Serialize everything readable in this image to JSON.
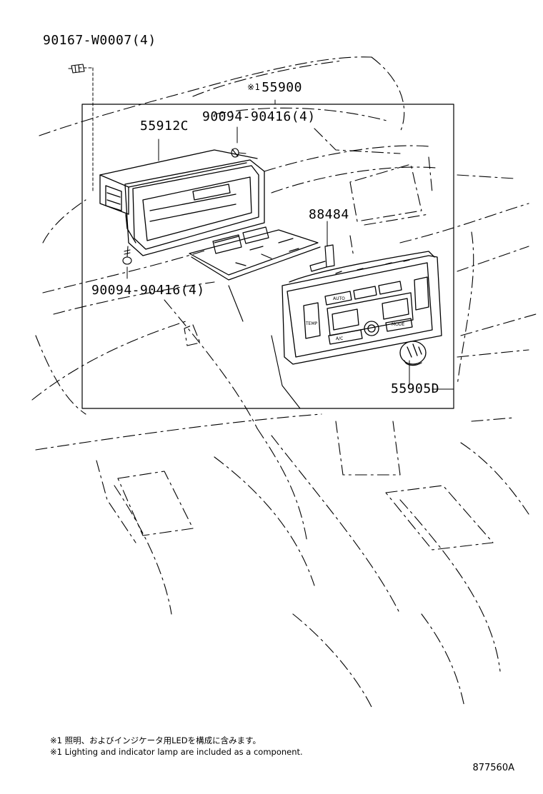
{
  "parts": {
    "clip_top": "90167-W0007(4)",
    "assembly_mark": "※1",
    "assembly": "55900",
    "screw_upper": "90094-90416(4)",
    "box": "55912C",
    "bracket": "88484",
    "screw_lower": "90094-90416(4)",
    "knob": "55905D"
  },
  "panel_labels": {
    "auto": "AUTO",
    "temp": "TEMP",
    "ac": "A/C",
    "mode": "MODE"
  },
  "notes": {
    "jp": "※1 照明、およびインジケータ用LEDを構成に含みます。",
    "en": "※1 Lighting and indicator lamp are included as a component."
  },
  "reference_number": "877560A"
}
